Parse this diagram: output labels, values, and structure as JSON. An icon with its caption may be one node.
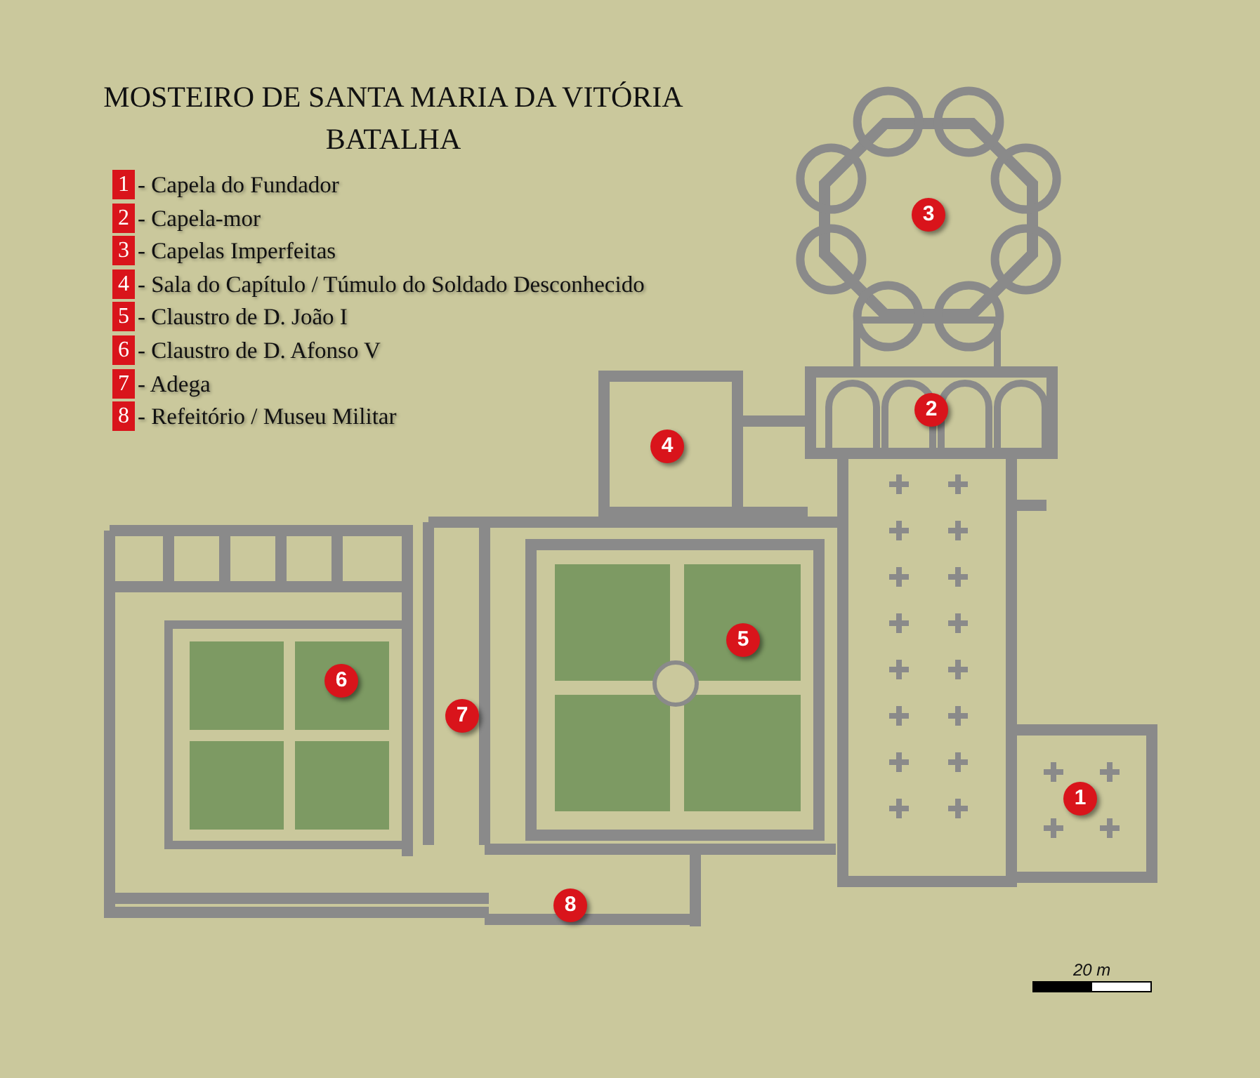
{
  "diagram": {
    "title": "MOSTEIRO DE SANTA MARIA DA VITÓRIA BATALHA",
    "labels": [
      "1",
      "- Capela do Fundador",
      "2",
      "- Capela-mor",
      "3",
      "- Capelas Imperfeitas",
      "4",
      "- Sala do Capítulo / Túmulo do Soldado Desconhecido",
      "5",
      "- Claustro de D. João I",
      "6",
      "- Claustro de D. Afonso V",
      "7",
      "- Adega",
      "8",
      "- Refeitório / Museu Militar",
      "3",
      "2",
      "4",
      "5",
      "6",
      "7",
      "1",
      "8",
      "20 m"
    ]
  }
}
